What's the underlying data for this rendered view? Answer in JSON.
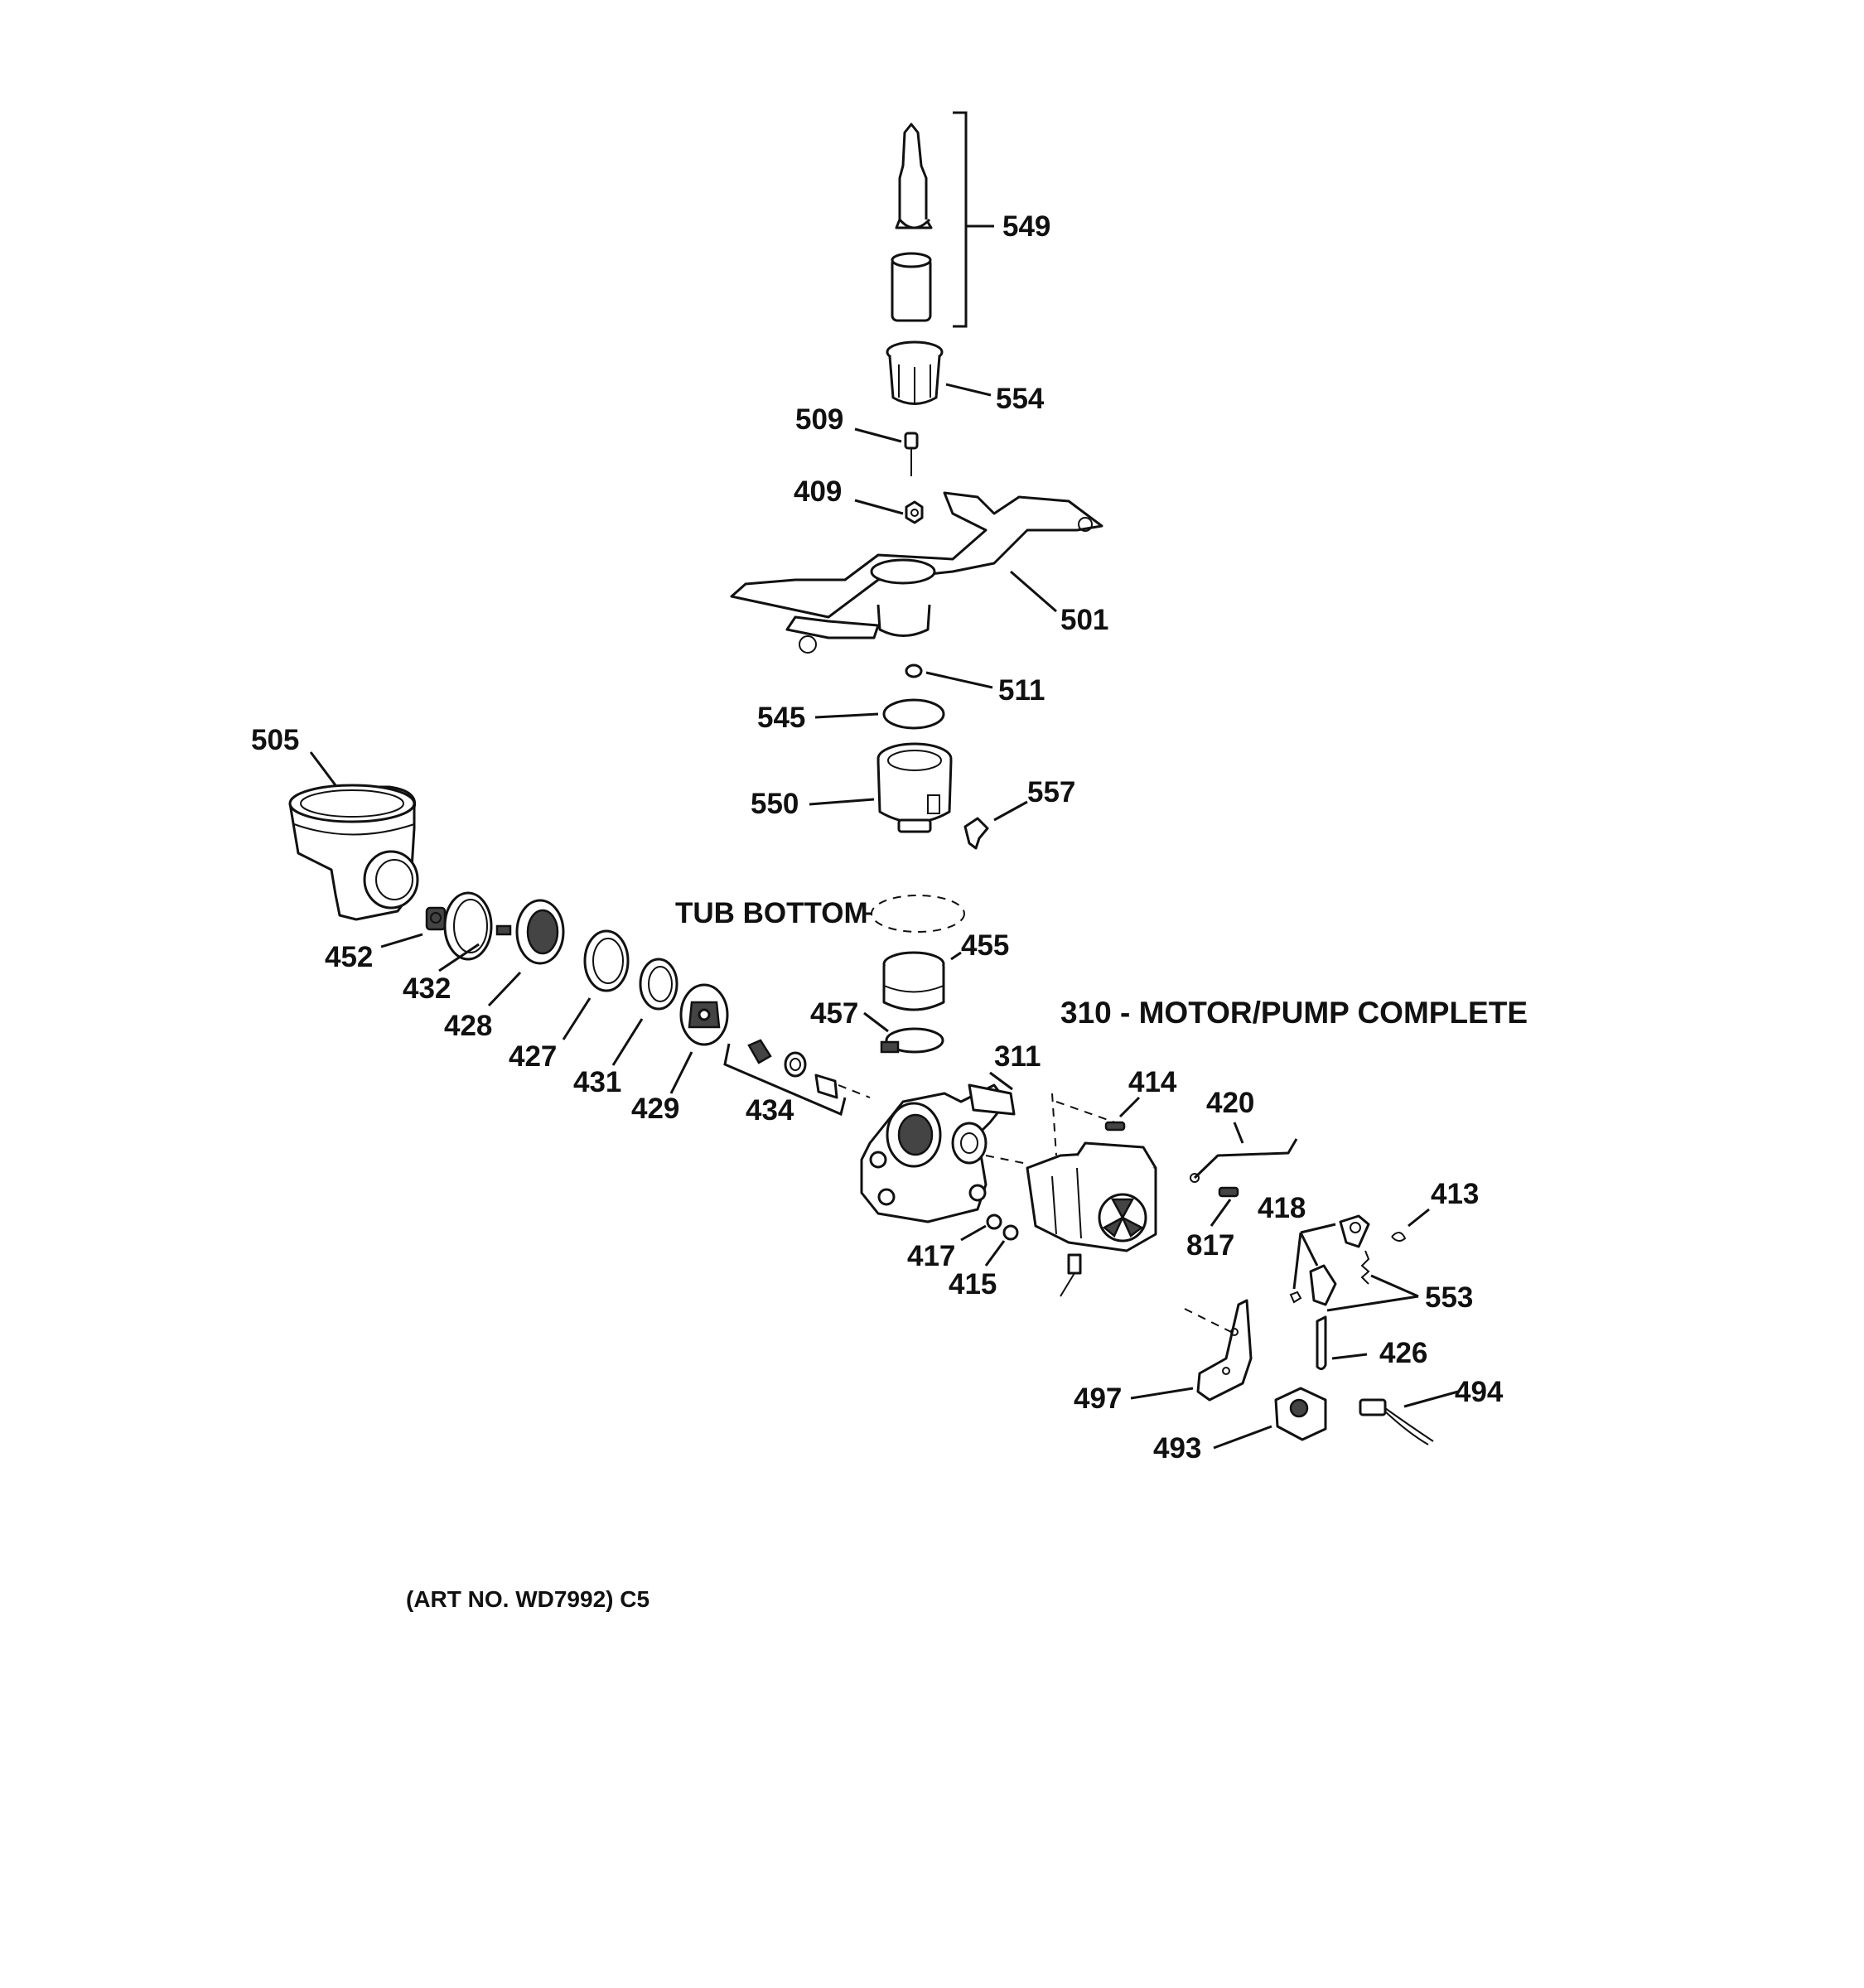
{
  "diagram": {
    "title": "310 - MOTOR/PUMP COMPLETE",
    "art_number": "(ART NO. WD7992) C5",
    "tub_bottom_label": "TUB BOTTOM",
    "labels": {
      "p549": "549",
      "p554": "554",
      "p509": "509",
      "p409": "409",
      "p501": "501",
      "p511": "511",
      "p545": "545",
      "p550": "550",
      "p557": "557",
      "p505": "505",
      "p455": "455",
      "p457": "457",
      "p452": "452",
      "p432": "432",
      "p428": "428",
      "p427": "427",
      "p431": "431",
      "p429": "429",
      "p434": "434",
      "p311": "311",
      "p414": "414",
      "p420": "420",
      "p413": "413",
      "p418": "418",
      "p817": "817",
      "p553": "553",
      "p417": "417",
      "p415": "415",
      "p426": "426",
      "p497": "497",
      "p494": "494",
      "p493": "493"
    },
    "icons": [
      "spray-arm-icon",
      "pump-housing-icon",
      "motor-icon",
      "sump-icon",
      "solenoid-icon",
      "bracket-icon",
      "connector-icon"
    ]
  }
}
